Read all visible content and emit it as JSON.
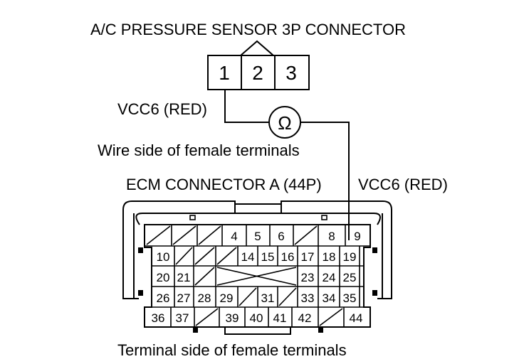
{
  "labels": {
    "sensor_title": "A/C PRESSURE SENSOR 3P CONNECTOR",
    "wire_left": "VCC6 (RED)",
    "wire_side": "Wire side of female terminals",
    "ecm_title": "ECM CONNECTOR A (44P)",
    "wire_right": "VCC6 (RED)",
    "terminal_side": "Terminal side of female terminals",
    "ohm_symbol": "Ω"
  },
  "sensor_pins": [
    "1",
    "2",
    "3"
  ],
  "ecm_pins": {
    "row1": [
      "",
      "",
      "",
      "4",
      "5",
      "6",
      "",
      "8",
      "9"
    ],
    "row2": [
      "10",
      "",
      "",
      "",
      "14",
      "15",
      "16",
      "17",
      "18",
      "19"
    ],
    "row3": [
      "20",
      "21",
      "",
      "23",
      "24",
      "25"
    ],
    "row4": [
      "26",
      "27",
      "28",
      "29",
      "",
      "31",
      "",
      "33",
      "34",
      "35"
    ],
    "row5": [
      "36",
      "37",
      "",
      "39",
      "40",
      "41",
      "42",
      "",
      "44"
    ]
  }
}
